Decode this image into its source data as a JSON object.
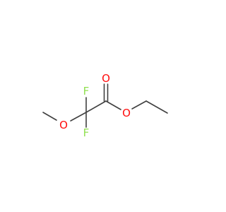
{
  "molecule": {
    "colors": {
      "bond": "#404040",
      "carbon": "#404040",
      "oxygen": "#ff0d0d",
      "fluorine": "#90e050"
    },
    "atoms": [
      {
        "id": "O_carbonyl",
        "symbol": "O",
        "element": "oxygen"
      },
      {
        "id": "O_ester",
        "symbol": "O",
        "element": "oxygen"
      },
      {
        "id": "O_methoxy",
        "symbol": "O",
        "element": "oxygen"
      },
      {
        "id": "F_top",
        "symbol": "F",
        "element": "fluorine"
      },
      {
        "id": "F_bottom",
        "symbol": "F",
        "element": "fluorine"
      }
    ]
  }
}
